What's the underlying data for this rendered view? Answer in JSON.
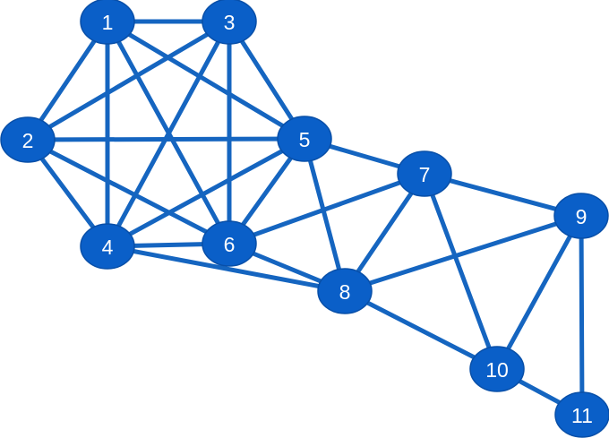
{
  "colors": {
    "edge": "#1565C0",
    "node_fill": "#0A5FC8",
    "node_stroke": "#084FA8",
    "label": "#ffffff",
    "background": "#ffffff"
  },
  "graph": {
    "nodes": [
      {
        "id": "1",
        "label": "1"
      },
      {
        "id": "2",
        "label": "2"
      },
      {
        "id": "3",
        "label": "3"
      },
      {
        "id": "4",
        "label": "4"
      },
      {
        "id": "5",
        "label": "5"
      },
      {
        "id": "6",
        "label": "6"
      },
      {
        "id": "7",
        "label": "7"
      },
      {
        "id": "8",
        "label": "8"
      },
      {
        "id": "9",
        "label": "9"
      },
      {
        "id": "10",
        "label": "10"
      },
      {
        "id": "11",
        "label": "11"
      }
    ],
    "edges": [
      [
        "1",
        "3"
      ],
      [
        "1",
        "2"
      ],
      [
        "1",
        "4"
      ],
      [
        "1",
        "5"
      ],
      [
        "1",
        "6"
      ],
      [
        "2",
        "3"
      ],
      [
        "2",
        "4"
      ],
      [
        "2",
        "5"
      ],
      [
        "2",
        "6"
      ],
      [
        "3",
        "4"
      ],
      [
        "3",
        "5"
      ],
      [
        "3",
        "6"
      ],
      [
        "4",
        "5"
      ],
      [
        "4",
        "6"
      ],
      [
        "4",
        "8"
      ],
      [
        "5",
        "6"
      ],
      [
        "5",
        "7"
      ],
      [
        "5",
        "8"
      ],
      [
        "6",
        "7"
      ],
      [
        "6",
        "8"
      ],
      [
        "7",
        "8"
      ],
      [
        "7",
        "9"
      ],
      [
        "7",
        "10"
      ],
      [
        "8",
        "9"
      ],
      [
        "8",
        "10"
      ],
      [
        "9",
        "10"
      ],
      [
        "9",
        "11"
      ],
      [
        "10",
        "11"
      ]
    ]
  }
}
